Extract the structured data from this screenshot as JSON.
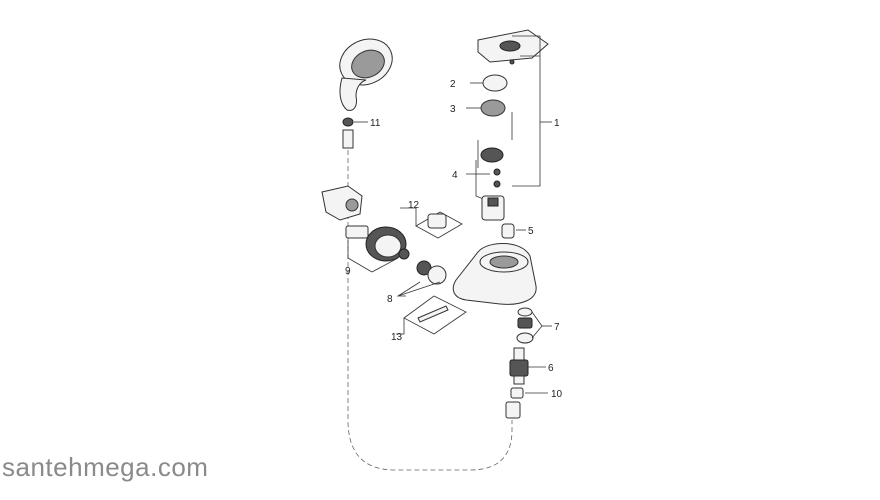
{
  "watermark": "santehmega.com",
  "callouts": {
    "c1": "1",
    "c2": "2",
    "c3": "3",
    "c4": "4",
    "c5": "5",
    "c6": "6",
    "c7": "7",
    "c8": "8",
    "c9": "9",
    "c10": "10",
    "c11": "11",
    "c12": "12",
    "c13": "13"
  },
  "icons": [
    "hand-shower",
    "wall-bracket",
    "mixer-body",
    "lever-handle",
    "cartridge",
    "aerator",
    "diverter"
  ]
}
